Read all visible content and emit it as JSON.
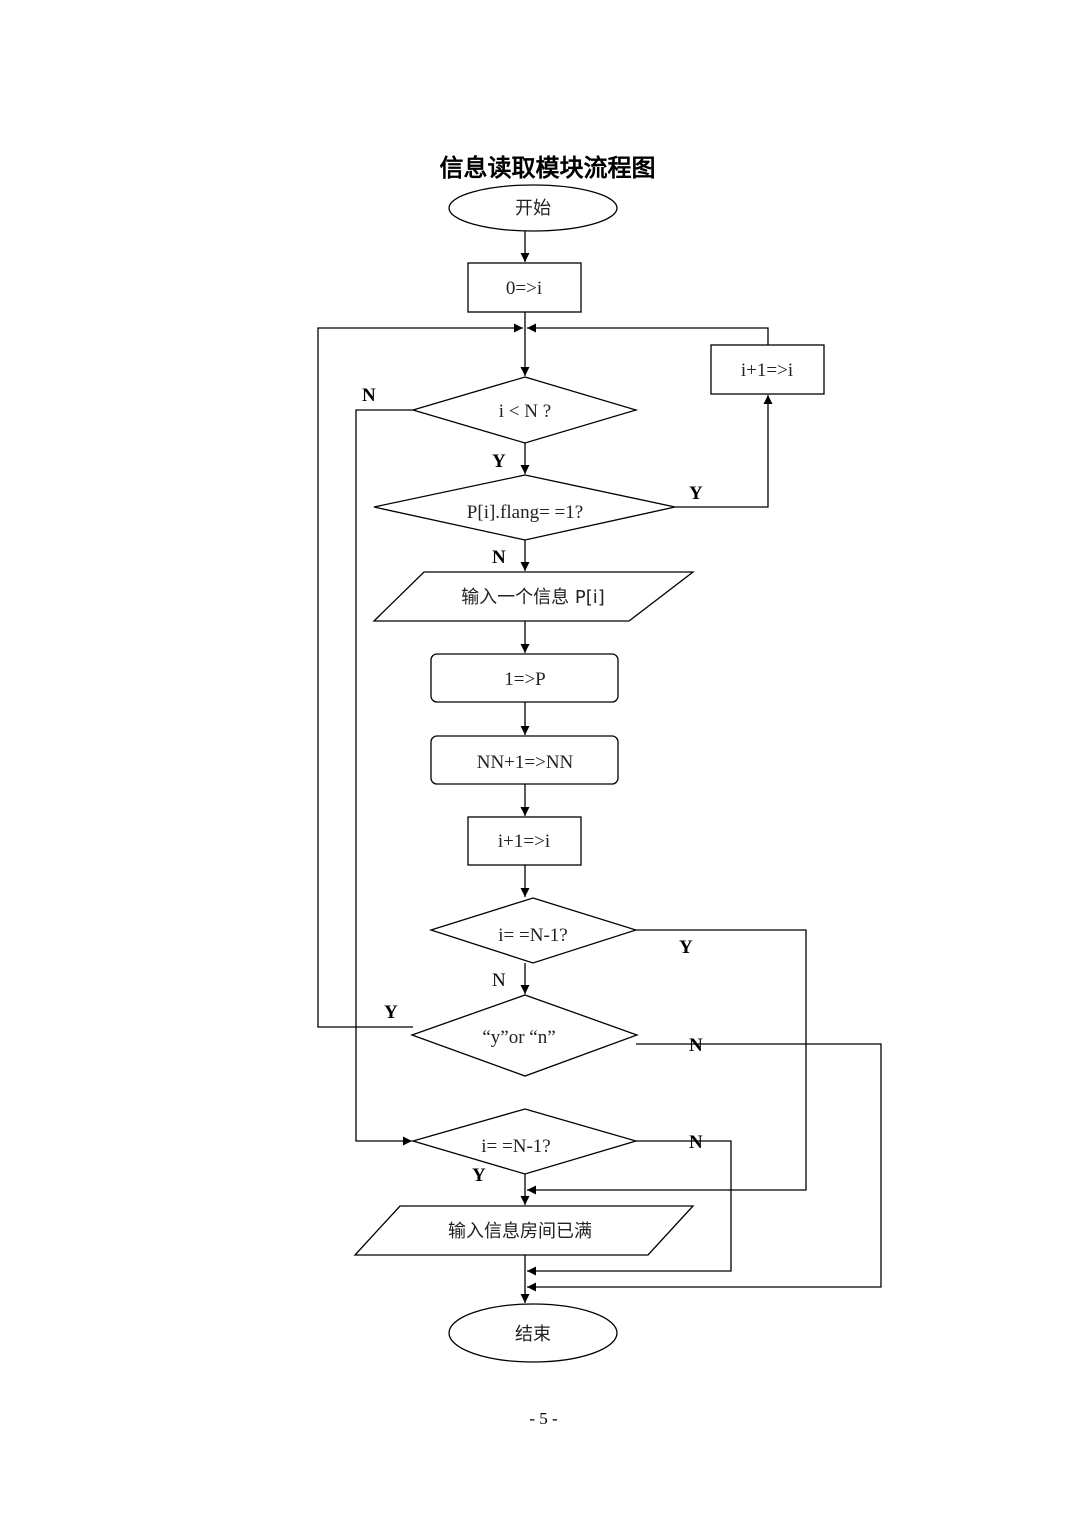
{
  "title": "信息读取模块流程图",
  "page_number": "- 5 -",
  "nodes": {
    "start": "开始",
    "init_i": "0=>i",
    "cond_i_lt_n": "i < N ?",
    "cond_flag": "P[i].flang= =1?",
    "incr_i_side": "i+1=>i",
    "input_info": "输入一个信息 P[i]",
    "set_p": "1=>P",
    "incr_nn": "NN+1=>NN",
    "incr_i": "i+1=>i",
    "cond_full_1": "i= =N-1?",
    "cond_yes_no": "“y”or “n”",
    "cond_full_2": "i= =N-1?",
    "output_full": "输入信息房间已满",
    "end": "结束"
  },
  "edge_labels": {
    "i_lt_n_no": "N",
    "i_lt_n_yes": "Y",
    "flag_yes": "Y",
    "flag_no": "N",
    "full1_yes": "Y",
    "full1_no": "N",
    "yn_yes": "Y",
    "yn_no": "N",
    "full2_no": "N",
    "full2_yes": "Y"
  }
}
